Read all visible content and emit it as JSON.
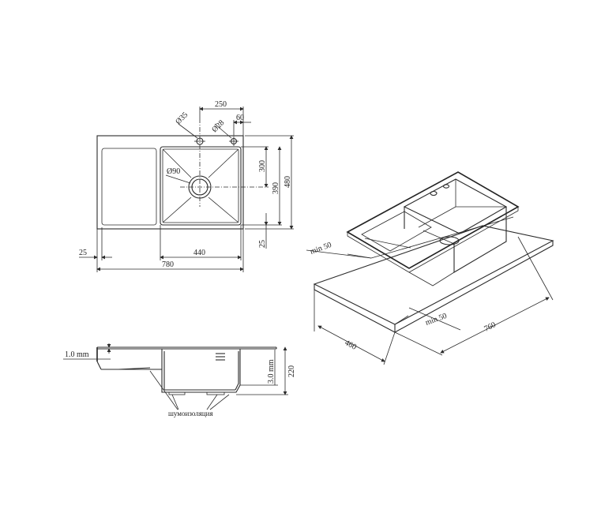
{
  "plan_view": {
    "dims": {
      "top_250": "250",
      "top_60": "60",
      "hole_35": "Ø35",
      "hole_28": "Ø28",
      "drain_90": "Ø90",
      "right_300": "300",
      "right_390": "390",
      "right_480": "480",
      "right_25": "25",
      "bottom_25": "25",
      "bottom_440": "440",
      "bottom_780": "780"
    }
  },
  "section_view": {
    "dims": {
      "thickness_top": "1.0 mm",
      "thickness_bowl": "3.0 mm",
      "depth": "220"
    },
    "insulation_label": "шумоизоляция"
  },
  "iso_view": {
    "dims": {
      "min_left": "min 50",
      "min_right": "min 50",
      "width_460": "460",
      "length_760": "760"
    }
  }
}
